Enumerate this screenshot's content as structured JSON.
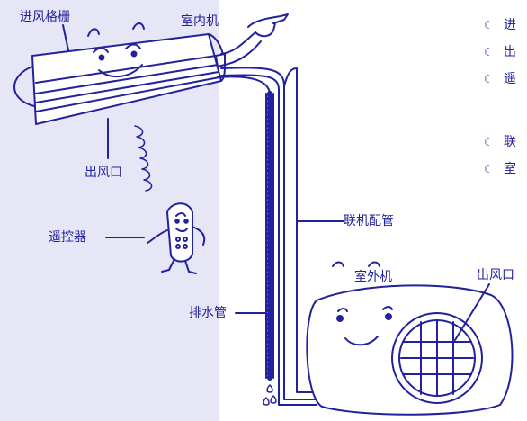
{
  "labels": {
    "intake_grille": "进风格栅",
    "indoor_unit": "室内机",
    "outlet_indoor": "出风口",
    "remote": "遥控器",
    "connecting_pipe": "联机配管",
    "outdoor_unit": "室外机",
    "outlet_outdoor": "出风口",
    "drain_pipe": "排水管"
  },
  "legend": [
    {
      "text": "进"
    },
    {
      "text": "出"
    },
    {
      "text": "遥"
    },
    {
      "text": "联"
    },
    {
      "text": "室"
    }
  ],
  "colors": {
    "line": "#22229c",
    "panel_bg": "#e7e6f7",
    "background": "#ffffff"
  }
}
